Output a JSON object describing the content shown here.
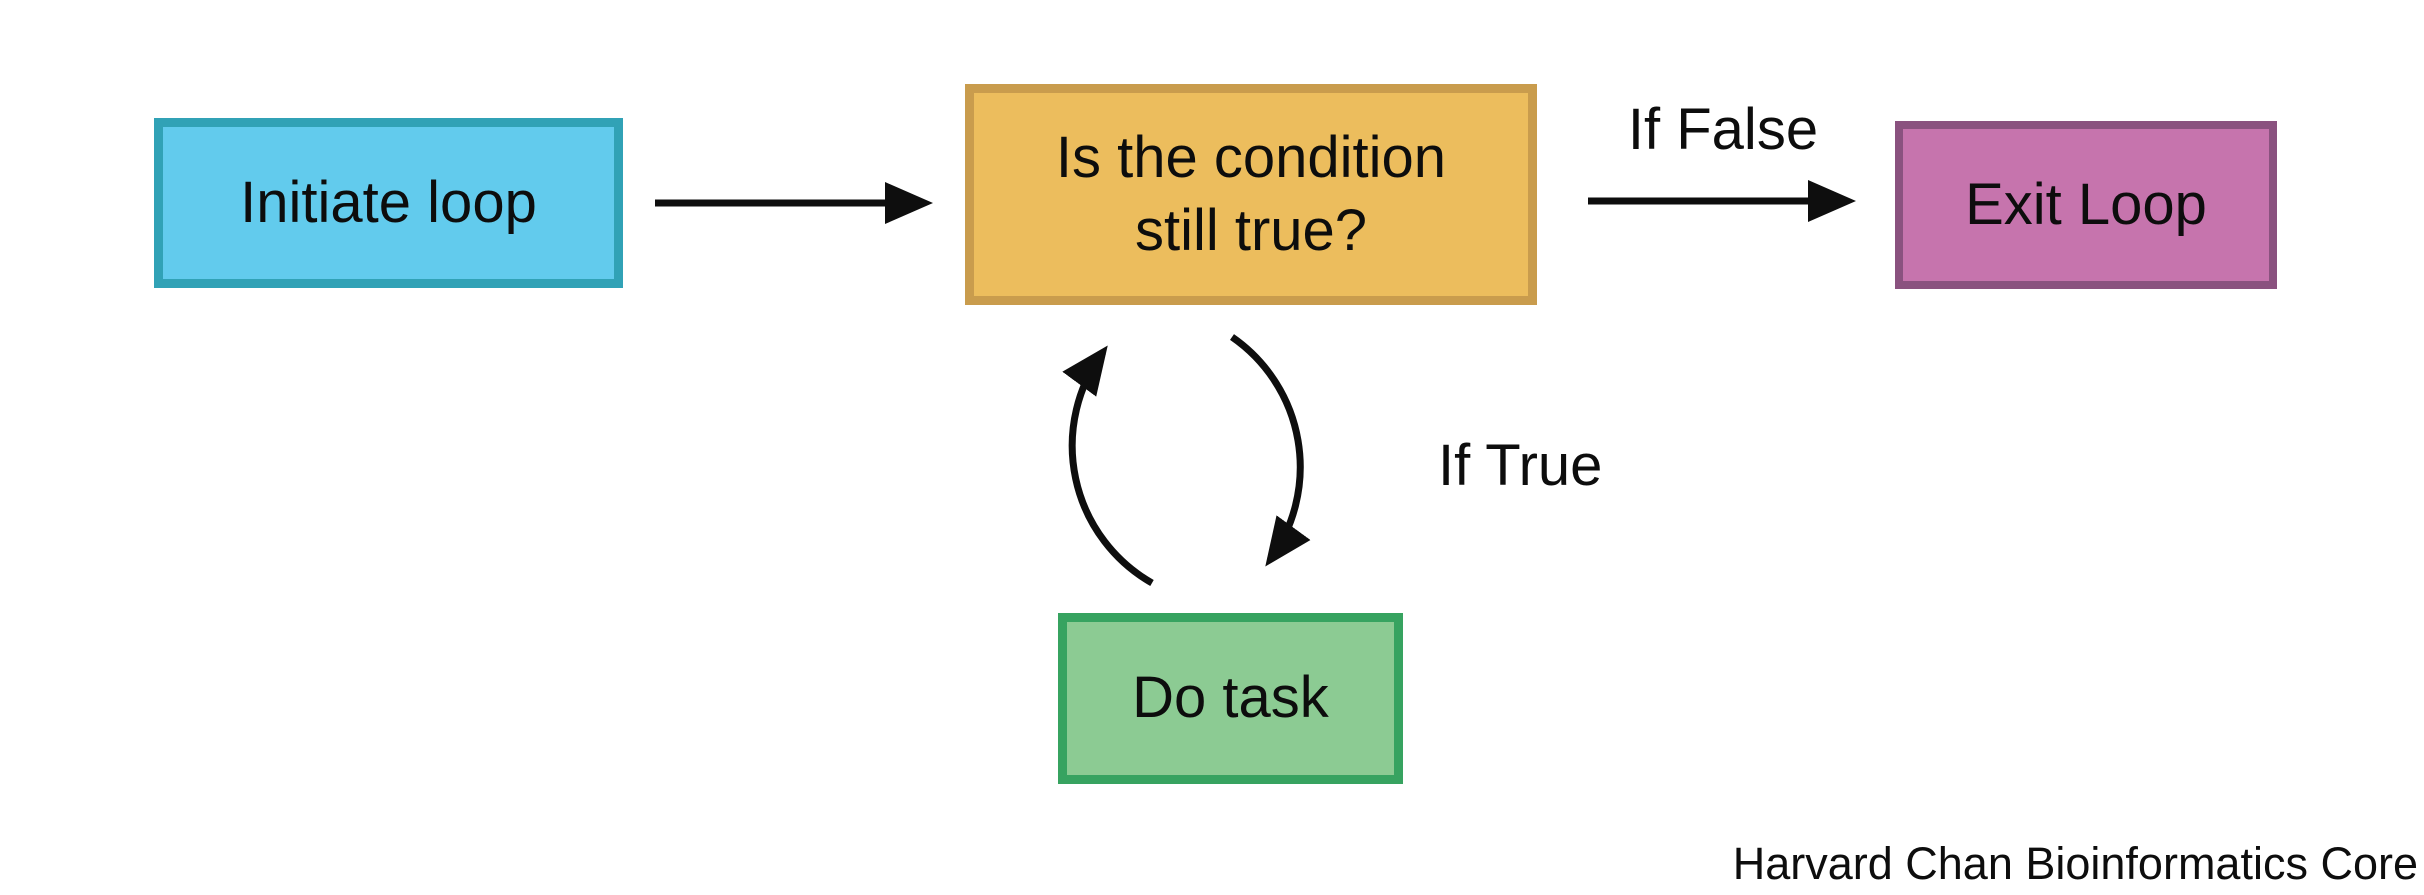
{
  "diagram": {
    "nodes": {
      "initiate_loop": {
        "label": "Initiate loop",
        "fill": "#62CBED",
        "border": "#31A2B6"
      },
      "condition": {
        "label": "Is the condition still true?",
        "fill": "#ECBD5D",
        "border": "#C99C4D"
      },
      "exit_loop": {
        "label": "Exit Loop",
        "fill": "#C674AD",
        "border": "#8A527F"
      },
      "do_task": {
        "label": "Do task",
        "fill": "#8CCB93",
        "border": "#37A360"
      }
    },
    "edges": {
      "if_false": {
        "label": "If False"
      },
      "if_true": {
        "label": "If True"
      }
    },
    "arrow_color": "#0e0e0e",
    "attribution": "Harvard Chan Bioinformatics Core"
  }
}
